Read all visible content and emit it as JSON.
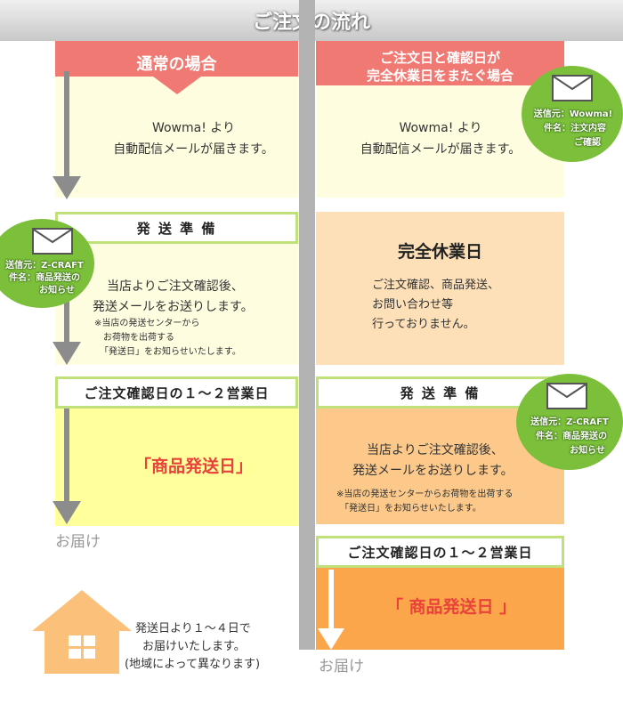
{
  "header": {
    "title": "ご注文の流れ"
  },
  "left": {
    "ribbon": "通常の場合",
    "notice": [
      "Wowma! より",
      "自動配信メールが届きます。"
    ],
    "stage1": {
      "label": "発 送 準 備",
      "text": [
        "当店よりご注文確認後、",
        "発送メールをお送りします。"
      ],
      "note": [
        "※当店の発送センターから",
        "お荷物を出荷する",
        "「発送日」をお知らせいたします。"
      ]
    },
    "stage2": {
      "label": "ご注文確認日の１～２営業日",
      "ship": "「商品発送日」"
    },
    "delivered": "お届け",
    "house_text": [
      "発送日より１～４日で",
      "お届けいたします。",
      "(地域によって異なります)"
    ],
    "badge": {
      "line1": "送信元：Z-CRAFT",
      "line2": "件名：商品発送の",
      "line3": "お知らせ"
    }
  },
  "right": {
    "ribbon": [
      "ご注文日と確認日が",
      "完全休業日をまたぐ場合"
    ],
    "notice": [
      "Wowma! より",
      "自動配信メールが届きます。"
    ],
    "badge_top": {
      "line1": "送信元：Wowma!",
      "line2": "件名：注文内容",
      "line3": "ご確認"
    },
    "holiday": {
      "title": "完全休業日",
      "text": [
        "ご注文確認、商品発送、",
        "お問い合わせ等",
        "行っておりません。"
      ]
    },
    "stage1": {
      "label": "発 送 準 備",
      "text": [
        "当店よりご注文確認後、",
        "発送メールをお送りします。"
      ],
      "note": [
        "※当店の発送センターからお荷物を出荷する",
        "「発送日」をお知らせいたします。"
      ]
    },
    "badge_mid": {
      "line1": "送信元：Z-CRAFT",
      "line2": "件名：商品発送の",
      "line3": "お知らせ"
    },
    "stage2": {
      "label": "ご注文確認日の１～２営業日",
      "ship": "「 商品発送日 」"
    },
    "delivered": "お届け"
  },
  "icons": [
    "mail-icon",
    "house-icon",
    "down-arrow-icon"
  ],
  "colors": {
    "ribbon": "#f07a73",
    "stage_border": "#bfe07a",
    "badge": "#7bbf3a",
    "ship_text": "#e8423a",
    "orange_block": "#fca64c"
  }
}
